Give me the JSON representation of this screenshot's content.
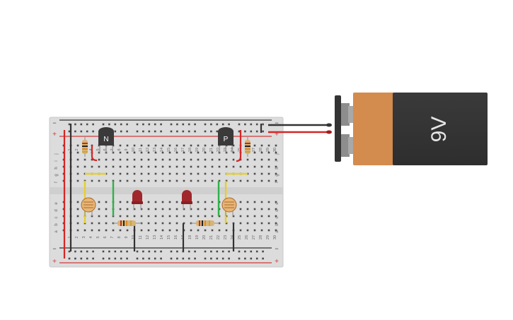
{
  "breadboard": {
    "rail_top_minus": "−",
    "rail_top_plus": "+",
    "rail_bottom_minus": "−",
    "rail_bottom_plus": "+",
    "columns": [
      "1",
      "2",
      "3",
      "4",
      "5",
      "6",
      "7",
      "8",
      "9",
      "10",
      "11",
      "12",
      "13",
      "14",
      "15",
      "16",
      "17",
      "18",
      "19",
      "20",
      "21",
      "22",
      "23",
      "24",
      "25",
      "26",
      "27",
      "28",
      "29",
      "30"
    ],
    "rows_upper": [
      "j",
      "i",
      "h",
      "g",
      "f"
    ],
    "rows_lower": [
      "e",
      "d",
      "c",
      "b",
      "a"
    ]
  },
  "components": {
    "npn_label": "N",
    "pnp_label": "P",
    "battery_label": "9V"
  },
  "colors": {
    "board": "#dcdcdc",
    "hole": "#4a4a4a",
    "rail_red": "#d33a3a",
    "rail_dark": "#333333",
    "led_red": "#a0272b",
    "battery_body": "#333333",
    "battery_label_band": "#d38b4e",
    "wire_yellow": "#e6cf2c",
    "wire_green": "#2fb14a",
    "wire_red": "#d42626",
    "wire_black": "#333333"
  }
}
